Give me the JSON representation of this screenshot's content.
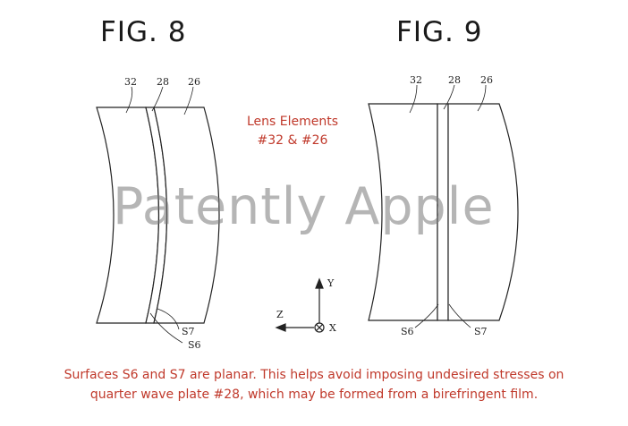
{
  "fig8": {
    "title": "FIG. 8",
    "labels": {
      "lens_32": "32",
      "plate_28": "28",
      "lens_26": "26",
      "s6": "S6",
      "s7": "S7"
    }
  },
  "fig9": {
    "title": "FIG. 9",
    "labels": {
      "lens_32": "32",
      "plate_28": "28",
      "lens_26": "26",
      "s6": "S6",
      "s7": "S7"
    }
  },
  "axes": {
    "y": "Y",
    "z": "Z",
    "x": "X"
  },
  "annotation": {
    "line1": "Lens Elements",
    "line2": "#32 & #26"
  },
  "watermark": "Patently Apple",
  "caption": {
    "line1": "Surfaces S6 and S7 are planar. This helps avoid imposing undesired stresses on",
    "line2": "quarter wave plate #28, which may be formed from a birefringent film."
  },
  "colors": {
    "annotation": "#c0392b",
    "line": "#222222",
    "watermark": "#8a8a8a"
  }
}
